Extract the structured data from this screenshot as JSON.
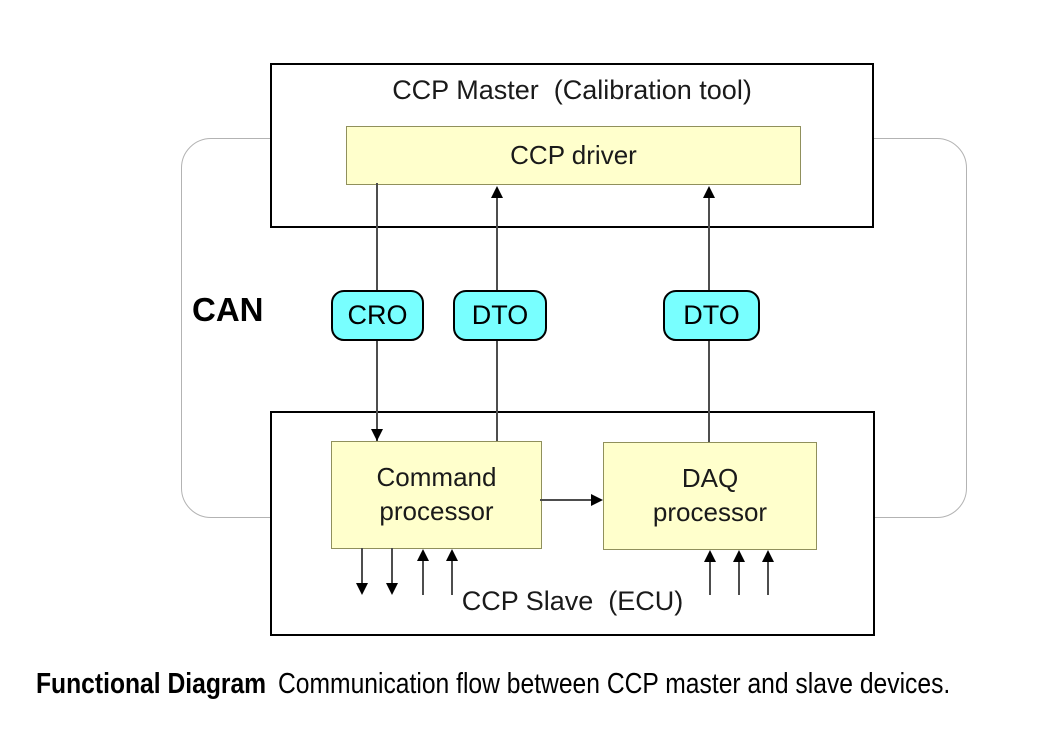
{
  "colors": {
    "background": "#ffffff",
    "box_border": "#000000",
    "inner_fill": "#ffffcc",
    "inner_border": "#90905c",
    "pill_fill": "#78ffff",
    "bus_border": "#b3b3b3",
    "line": "#4d4d4d",
    "arrowhead": "#000000"
  },
  "diagram": {
    "can_label": "CAN",
    "master": {
      "title": "CCP Master  (Calibration tool)",
      "driver": "CCP driver"
    },
    "messages": [
      {
        "label": "CRO"
      },
      {
        "label": "DTO"
      },
      {
        "label": "DTO"
      }
    ],
    "slave": {
      "title": "CCP Slave  (ECU)",
      "command_processor": "Command\nprocessor",
      "daq_processor": "DAQ\nprocessor"
    }
  },
  "caption": {
    "title": "Functional Diagram",
    "text": "Communication flow between CCP master and slave devices."
  }
}
